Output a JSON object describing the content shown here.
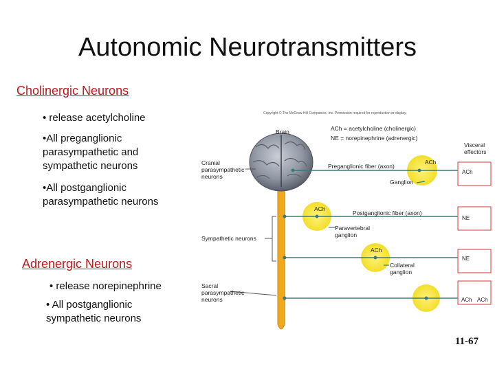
{
  "title": "Autonomic Neurotransmitters",
  "cholinergic": {
    "heading": "Cholinergic Neurons",
    "bullets": [
      "• release acetylcholine",
      "•All preganglionic parasympathetic and sympathetic neurons",
      "•All postganglionic parasympathetic neurons"
    ]
  },
  "adrenergic": {
    "heading": "Adrenergic Neurons",
    "bullets": [
      "• release norepinephrine",
      "• All postganglionic sympathetic neurons"
    ]
  },
  "figure": {
    "copyright": "Copyright © The McGraw-Hill Companies, Inc. Permission required for reproduction or display.",
    "brain_label": "Brain",
    "legend_ach": "ACh = acetylcholine (cholinergic)",
    "legend_ne": "NE = norepinephrine (adrenergic)",
    "visceral_effectors": "Visceral effectors",
    "cranial": "Cranial parasympathetic neurons",
    "preganglionic": "Preganglionic fiber (axon)",
    "ganglion": "Ganglion",
    "postganglionic": "Postganglionic fiber (axon)",
    "paravertebral": "Paravertebral ganglion",
    "sympathetic": "Sympathetic neurons",
    "collateral": "Collateral ganglion",
    "sacral": "Sacral parasympathetic neurons",
    "ach": "ACh",
    "ne": "NE",
    "effector_1": "ACh",
    "effector_2": "NE",
    "effector_3": "NE",
    "effector_4a": "ACh",
    "effector_4b": "ACh"
  },
  "slide_number": "11-67",
  "colors": {
    "heading": "#c0171d",
    "fiber": "#3a7b7b",
    "ganglion": "#f2de2b",
    "cord": "#f0a81c",
    "effector_border": "#d43636"
  }
}
